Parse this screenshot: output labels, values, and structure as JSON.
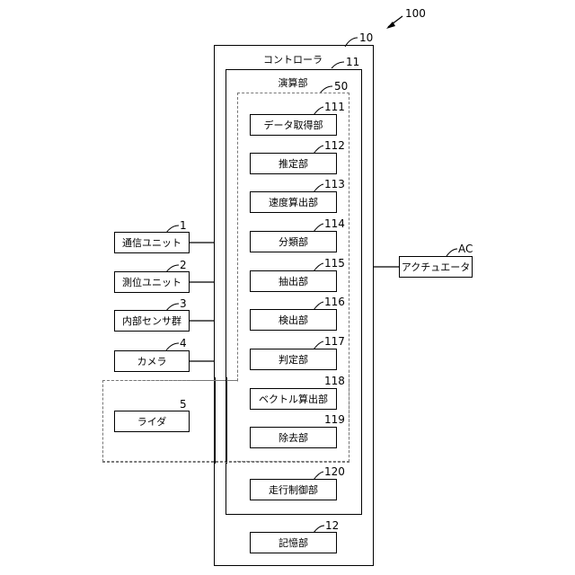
{
  "figure_ref": "100",
  "controller": {
    "label": "コントローラ",
    "ref": "10"
  },
  "calc_unit": {
    "label": "演算部",
    "ref": "11"
  },
  "program_group": {
    "ref": "50"
  },
  "modules": [
    {
      "label": "データ取得部",
      "ref": "111"
    },
    {
      "label": "推定部",
      "ref": "112"
    },
    {
      "label": "速度算出部",
      "ref": "113"
    },
    {
      "label": "分類部",
      "ref": "114"
    },
    {
      "label": "抽出部",
      "ref": "115"
    },
    {
      "label": "検出部",
      "ref": "116"
    },
    {
      "label": "判定部",
      "ref": "117"
    },
    {
      "label": "ベクトル算出部",
      "ref": "118"
    },
    {
      "label": "除去部",
      "ref": "119"
    }
  ],
  "travel_control": {
    "label": "走行制御部",
    "ref": "120"
  },
  "storage": {
    "label": "記憶部",
    "ref": "12"
  },
  "inputs": [
    {
      "label": "通信ユニット",
      "ref": "1"
    },
    {
      "label": "測位ユニット",
      "ref": "2"
    },
    {
      "label": "内部センサ群",
      "ref": "3"
    },
    {
      "label": "カメラ",
      "ref": "4"
    },
    {
      "label": "ライダ",
      "ref": "5"
    }
  ],
  "actuator": {
    "label": "アクチュエータ",
    "ref": "AC"
  }
}
